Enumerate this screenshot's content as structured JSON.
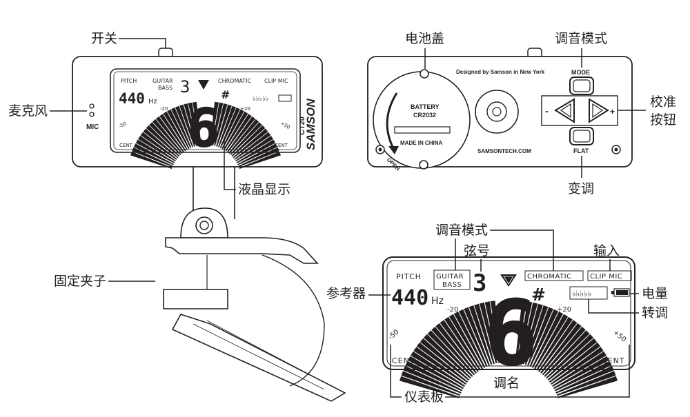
{
  "labels": {
    "switch": "开关",
    "mic": "麦克风",
    "lcd_display": "液晶显示",
    "clip": "固定夹子",
    "battery_cover": "电池盖",
    "tuning_mode_top": "调音模式",
    "calibrate_1": "校准",
    "calibrate_2": "按钮",
    "transpose_top": "变调",
    "tuning_mode_bottom": "调音模式",
    "string_no": "弦号",
    "input": "输入",
    "reference": "参考器",
    "battery_level": "电量",
    "transpose_bottom": "转调",
    "note_name": "调名",
    "meter": "仪表板"
  },
  "front": {
    "mic_text": "MIC",
    "brand": "SAMSON",
    "model": "CT20"
  },
  "lcd": {
    "pitch": "PITCH",
    "guitar": "GUITAR",
    "bass": "BASS",
    "string_number": "3",
    "hz_value": "440",
    "hz": "Hz",
    "chromatic": "CHROMATIC",
    "clip_mic": "CLIP MIC",
    "sharp": "#",
    "flats": "♭♭♭♭♭",
    "note": "6",
    "minus50": "-50",
    "minus20": "-20",
    "plus20": "+20",
    "plus50": "+50",
    "cent": "CENT"
  },
  "back": {
    "battery_1": "BATTERY",
    "battery_2": "CR2032",
    "made_in": "MADE IN CHINA",
    "open": "OPEN",
    "designed_by": "Designed by Samson in New York",
    "website": "SAMSONTECH.COM",
    "mode_button": "MODE",
    "flat_button": "FLAT",
    "minus": "-",
    "plus": "+"
  }
}
